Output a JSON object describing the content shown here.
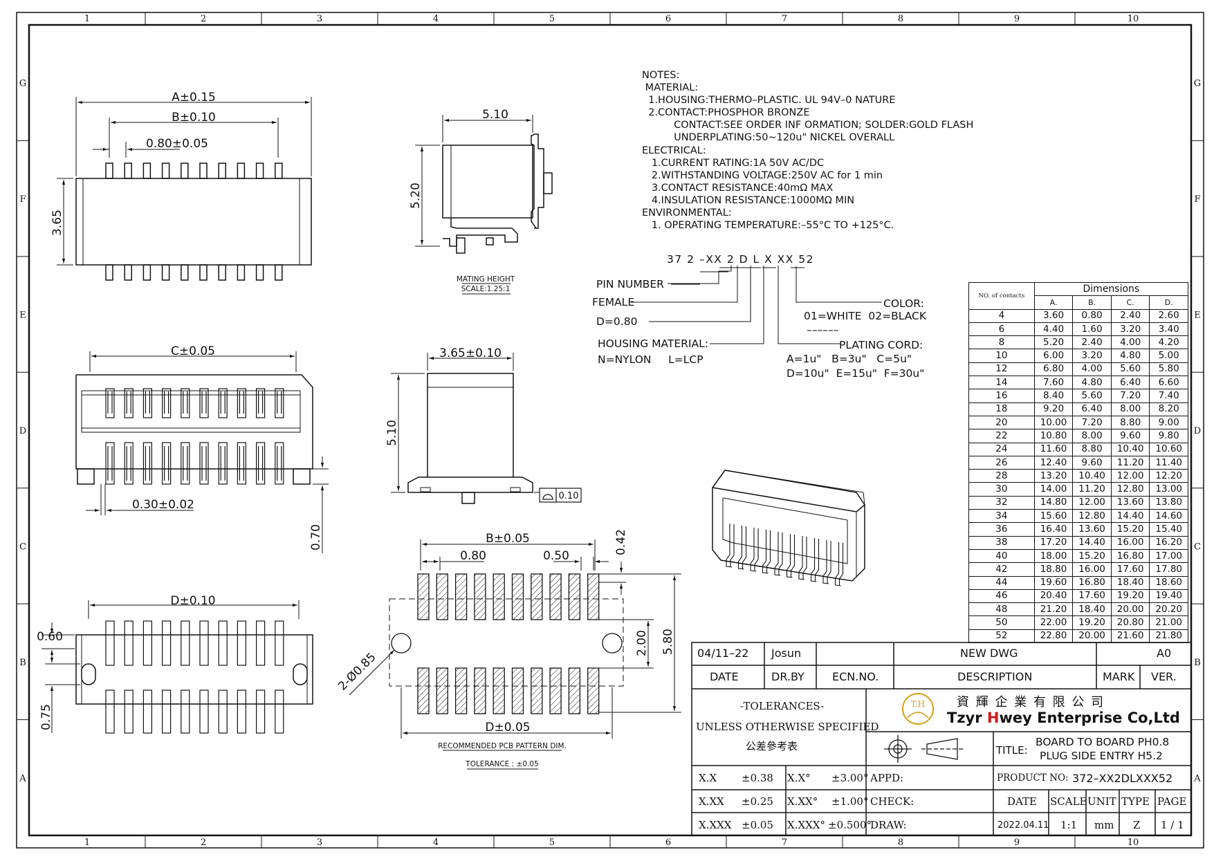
{
  "frame": {
    "columns": [
      "1",
      "2",
      "3",
      "4",
      "5",
      "6",
      "7",
      "8",
      "9",
      "10"
    ],
    "rows": [
      "G",
      "F",
      "E",
      "D",
      "C",
      "B",
      "A"
    ]
  },
  "top_view": {
    "dim_a": "A±0.15",
    "dim_b": "B±0.10",
    "dim_pitch": "0.80±0.05",
    "dim_height": "3.65"
  },
  "side_view": {
    "dim_width": "5.10",
    "dim_height": "5.20",
    "caption": "MATING HEIGHT",
    "scale": "SCALE:1.25:1"
  },
  "front_view": {
    "dim_c": "C±0.05",
    "dim_lead": "0.30±0.02",
    "dim_standoff": "0.70"
  },
  "end_view": {
    "dim_width": "3.65±0.10",
    "dim_height": "5.10",
    "flatness": "0.10"
  },
  "bottom_view": {
    "dim_d": "D±0.10",
    "dim_peg": "0.60",
    "dim_peg_offset": "0.75"
  },
  "pcb_pattern": {
    "dim_b": "B±0.05",
    "dim_pitch": "0.80",
    "dim_pad": "0.50",
    "dim_pad_len": "0.42",
    "dim_gap": "2.00",
    "dim_span": "5.80",
    "dim_hole": "2-Ø0.85",
    "dim_d": "D±0.05",
    "caption": "RECOMMENDED PCB PATTERN DIM.",
    "tolerance": "TOLERANCE : ±0.05"
  },
  "notes": [
    "NOTES:",
    " MATERIAL:",
    "  1.HOUSING:THERMO–PLASTIC. UL 94V–0 NATURE",
    "  2.CONTACT:PHOSPHOR BRONZE",
    "          CONTACT:SEE ORDER INF ORMATION; SOLDER:GOLD FLASH",
    "          UNDERPLATING:50~120u\" NICKEL OVERALL",
    "ELECTRICAL:",
    "   1.CURRENT RATING:1A 50V AC/DC",
    "   2.WITHSTANDING VOLTAGE:250V AC for 1 min",
    "   3.CONTACT RESISTANCE:40mΩ MAX",
    "   4.INSULATION RESISTANCE:1000MΩ MIN",
    "ENVIRONMENTAL:",
    "   1. OPERATING TEMPERATURE:–55°C TO +125°C."
  ],
  "order_code": {
    "code": "37 2 –XX 2 D L X XX 52",
    "pin_number": "PIN NUMBER",
    "female": "FEMALE",
    "pitch": "D=0.80",
    "housing": "HOUSING MATERIAL:",
    "housing_opts": "N=NYLON     L=LCP",
    "color": "COLOR:",
    "color_opts": "01=WHITE  02=BLACK",
    "color_more": "––––––",
    "plating": "PLATING CORD:",
    "plating_opts1": "A=1u\"   B=3u\"   C=5u\"",
    "plating_opts2": "D=10u\"  E=15u\"  F=30u\""
  },
  "dim_table": {
    "title": "Dimensions",
    "col_count": "NO. of contacts",
    "cols": [
      "A.",
      "B.",
      "C.",
      "D."
    ],
    "rows": [
      [
        "4",
        "3.60",
        "0.80",
        "2.40",
        "2.60"
      ],
      [
        "6",
        "4.40",
        "1.60",
        "3.20",
        "3.40"
      ],
      [
        "8",
        "5.20",
        "2.40",
        "4.00",
        "4.20"
      ],
      [
        "10",
        "6.00",
        "3.20",
        "4.80",
        "5.00"
      ],
      [
        "12",
        "6.80",
        "4.00",
        "5.60",
        "5.80"
      ],
      [
        "14",
        "7.60",
        "4.80",
        "6.40",
        "6.60"
      ],
      [
        "16",
        "8.40",
        "5.60",
        "7.20",
        "7.40"
      ],
      [
        "18",
        "9.20",
        "6.40",
        "8.00",
        "8.20"
      ],
      [
        "20",
        "10.00",
        "7.20",
        "8.80",
        "9.00"
      ],
      [
        "22",
        "10.80",
        "8.00",
        "9.60",
        "9.80"
      ],
      [
        "24",
        "11.60",
        "8.80",
        "10.40",
        "10.60"
      ],
      [
        "26",
        "12.40",
        "9.60",
        "11.20",
        "11.40"
      ],
      [
        "28",
        "13.20",
        "10.40",
        "12.00",
        "12.20"
      ],
      [
        "30",
        "14.00",
        "11.20",
        "12.80",
        "13.00"
      ],
      [
        "32",
        "14.80",
        "12.00",
        "13.60",
        "13.80"
      ],
      [
        "34",
        "15.60",
        "12.80",
        "14.40",
        "14.60"
      ],
      [
        "36",
        "16.40",
        "13.60",
        "15.20",
        "15.40"
      ],
      [
        "38",
        "17.20",
        "14.40",
        "16.00",
        "16.20"
      ],
      [
        "40",
        "18.00",
        "15.20",
        "16.80",
        "17.00"
      ],
      [
        "42",
        "18.80",
        "16.00",
        "17.60",
        "17.80"
      ],
      [
        "44",
        "19.60",
        "16.80",
        "18.40",
        "18.60"
      ],
      [
        "46",
        "20.40",
        "17.60",
        "19.20",
        "19.40"
      ],
      [
        "48",
        "21.20",
        "18.40",
        "20.00",
        "20.20"
      ],
      [
        "50",
        "22.00",
        "19.20",
        "20.80",
        "21.00"
      ],
      [
        "52",
        "22.80",
        "20.00",
        "21.60",
        "21.80"
      ]
    ]
  },
  "title_block": {
    "rev_date": "04/11–22",
    "rev_by": "Josun",
    "rev_desc": "NEW DWG",
    "rev_ver": "A0",
    "h_date": "DATE",
    "h_drby": "DR.BY",
    "h_ecn": "ECN.NO.",
    "h_desc": "DESCRIPTION",
    "h_mark": "MARK",
    "h_ver": "VER.",
    "tol_title": "-TOLERANCES-",
    "tol_sub": "UNLESS OTHERWISE SPECIFIED",
    "tol_cn": "公差參考表",
    "company_cn": "資 輝 企 業 有 限 公 司",
    "company_en_1": "Tzyr ",
    "company_en_2": "H",
    "company_en_3": "wey Enterprise Co,Ltd",
    "logo_text": "T.H",
    "title_label": "TITLE:",
    "title_1": "BOARD TO BOARD PH0.8",
    "title_2": "PLUG SIDE ENTRY H5.2",
    "tol_x": "X.X",
    "tol_x_v": "±0.38",
    "tol_xx": "X.XX",
    "tol_xx_v": "±0.25",
    "tol_xxx": "X.XXX",
    "tol_xxx_v": "±0.05",
    "ang_x": "X.X°",
    "ang_x_v": "±3.00°",
    "ang_xx": "X.XX°",
    "ang_xx_v": "±1.00°",
    "ang_xxx": "X.XXX°",
    "ang_xxx_v": "±0.500°",
    "appd": "APPD:",
    "check": "CHECK:",
    "draw": "DRAW:",
    "product_label": "PRODUCT NO:",
    "product_no": "372–XX2DLXXX52",
    "h2_date": "DATE",
    "h2_scale": "SCALE",
    "h2_unit": "UNIT",
    "h2_type": "TYPE",
    "h2_page": "PAGE",
    "date": "2022.04.11",
    "scale": "1:1",
    "unit": "mm",
    "type": "Z",
    "page": "1 / 1"
  },
  "colors": {
    "line": "#111111",
    "logo_gold": "#d4a017",
    "brand_red": "#d11a1a"
  }
}
